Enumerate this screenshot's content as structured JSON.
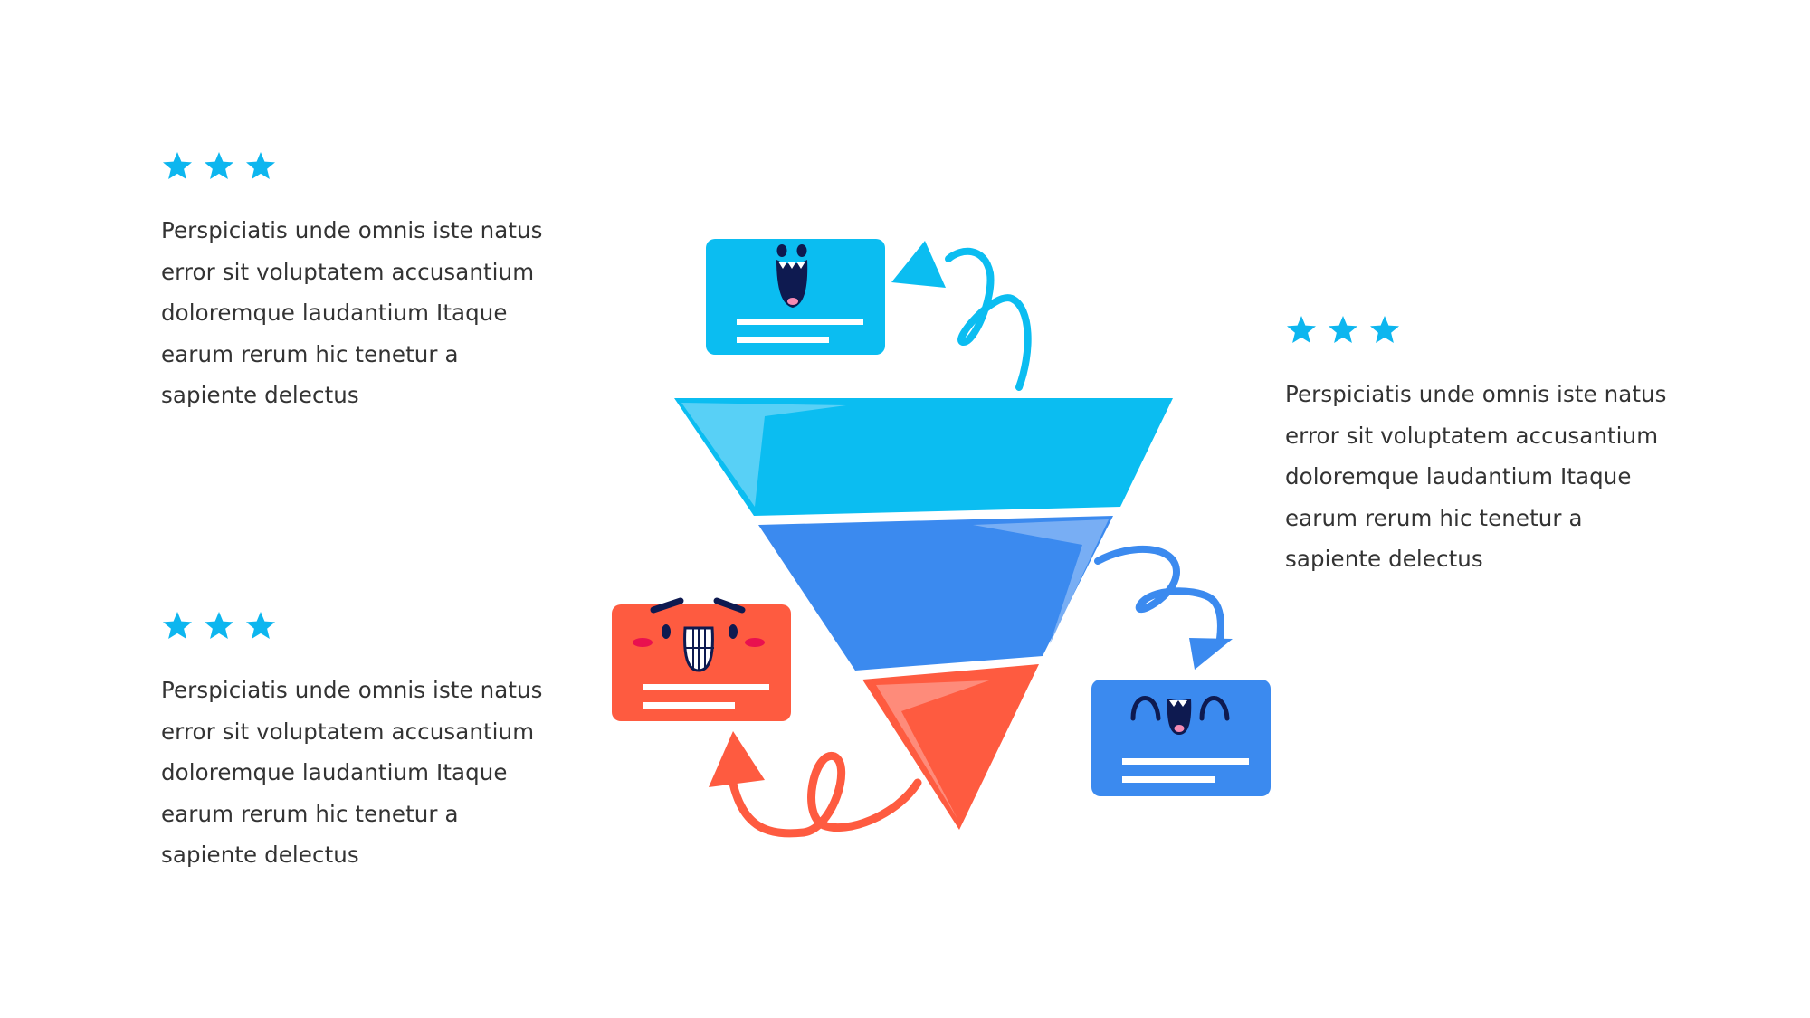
{
  "colors": {
    "cyan": "#0BBDF1",
    "blue": "#3B8AEF",
    "red": "#FE5B40",
    "star": "#0DB6EF",
    "text": "#333333",
    "face": "#0E1A50"
  },
  "text_blocks": {
    "top_left": {
      "stars": [
        "star-icon",
        "star-icon",
        "star-icon"
      ],
      "lines": [
        "Perspiciatis unde omnis iste natus",
        "error sit voluptatem accusantium",
        "doloremque laudantium Itaque",
        "earum rerum hic tenetur a",
        "sapiente delectus"
      ]
    },
    "right": {
      "stars": [
        "star-icon",
        "star-icon",
        "star-icon"
      ],
      "lines": [
        "Perspiciatis unde omnis iste natus",
        "error sit voluptatem accusantium",
        "doloremque laudantium Itaque",
        "earum rerum hic tenetur a",
        "sapiente delectus"
      ]
    },
    "bottom_left": {
      "stars": [
        "star-icon",
        "star-icon",
        "star-icon"
      ],
      "lines": [
        "Perspiciatis unde omnis iste natus",
        "error sit voluptatem accusantium",
        "doloremque laudantium Itaque",
        "earum rerum hic tenetur a",
        "sapiente delectus"
      ]
    }
  },
  "funnel": {
    "levels": [
      {
        "name": "top",
        "color": "cyan",
        "card": "surprised-face-card"
      },
      {
        "name": "middle",
        "color": "blue",
        "card": "happy-face-card"
      },
      {
        "name": "bottom",
        "color": "red",
        "card": "grinning-face-card"
      }
    ]
  }
}
